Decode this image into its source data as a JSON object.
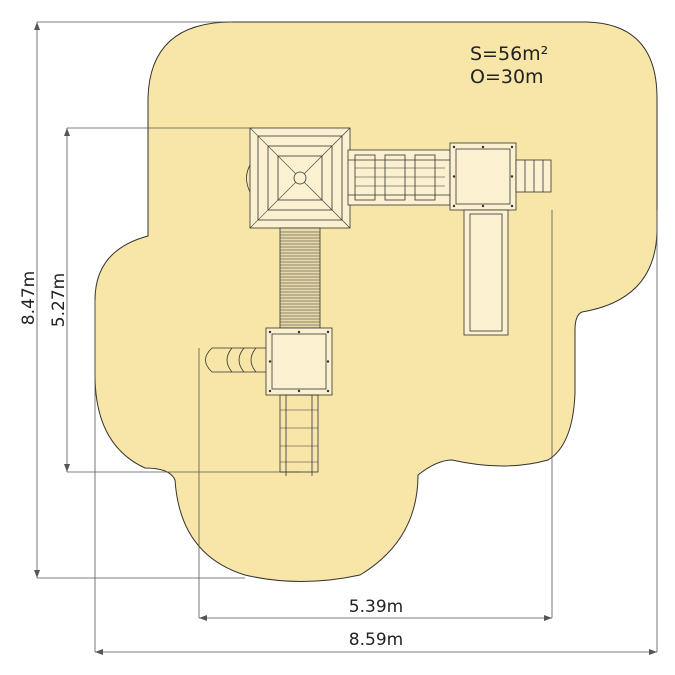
{
  "title": "",
  "safety_zone": {
    "area": "S=56m²",
    "perimeter": "O=30m",
    "fill_color": "#f7e6a8"
  },
  "dimensions": {
    "total_height": "8.47m",
    "inner_height": "5.27m",
    "inner_width": "5.39m",
    "total_width": "8.59m"
  },
  "colors": {
    "zone": "#f7e6a8",
    "structure": "#fbf1d0",
    "line": "#333333"
  }
}
